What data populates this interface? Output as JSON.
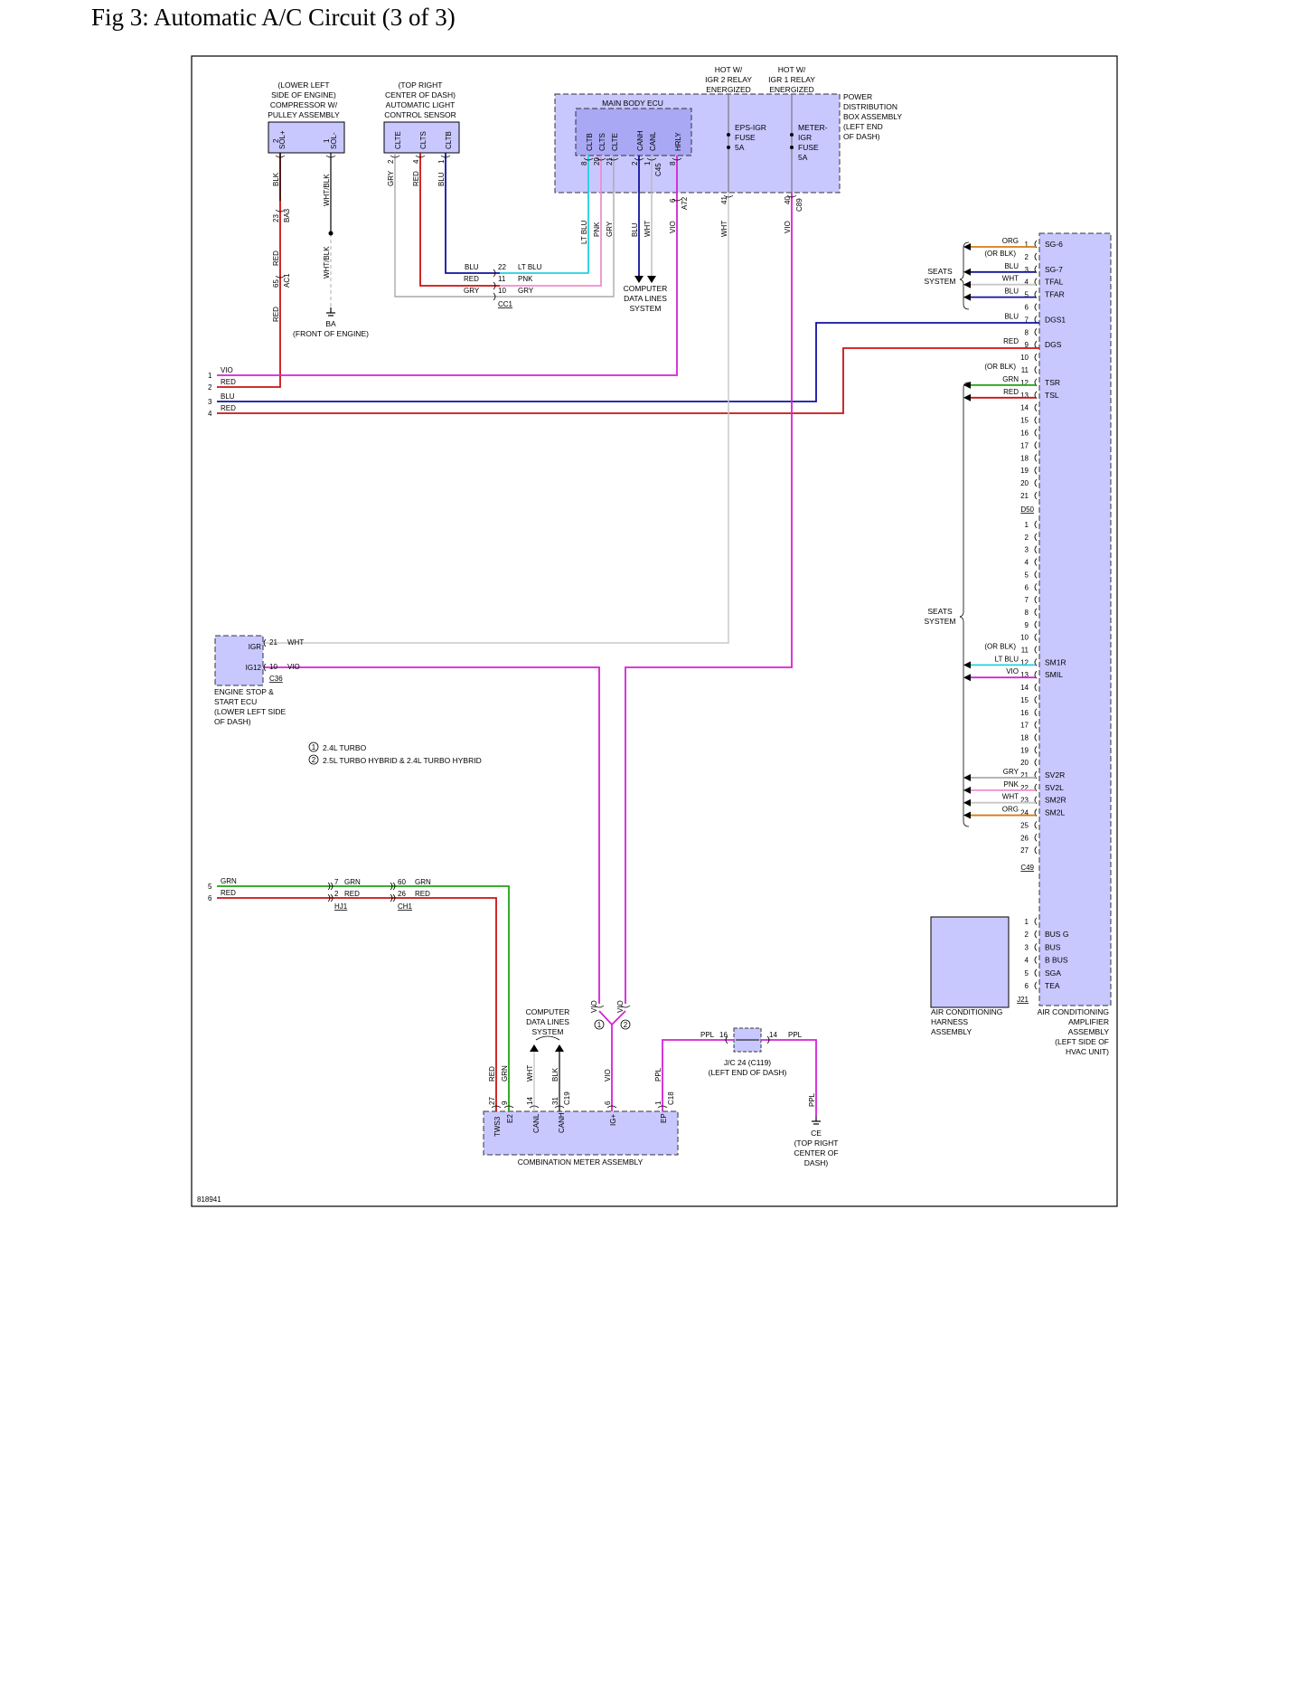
{
  "page": {
    "title": "Fig 3: Automatic A/C Circuit (3 of 3)"
  },
  "diagram_id": "818941",
  "colors": {
    "VIO": "#d522d5",
    "RED": "#cc1111",
    "BLU": "#1111a0",
    "GRN": "#22a011",
    "WHT": "#c8c8c8",
    "GRY": "#aaaaaa",
    "PNK": "#f08ccc",
    "LTBLU": "#22d0e0",
    "ORG": "#d87a10",
    "BLK": "#000000",
    "box": "#c8c8ff"
  },
  "labels": {
    "compressor_loc": [
      "(LOWER LEFT",
      "SIDE OF ENGINE)",
      "COMPRESSOR W/",
      "PULLEY ASSEMBLY"
    ],
    "sensor_loc": [
      "(TOP RIGHT",
      "CENTER OF DASH)",
      "AUTOMATIC LIGHT",
      "CONTROL SENSOR"
    ],
    "hot_igr2": [
      "HOT W/",
      "IGR 2 RELAY",
      "ENERGIZED"
    ],
    "hot_igr1": [
      "HOT W/",
      "IGR 1 RELAY",
      "ENERGIZED"
    ],
    "power_box": [
      "POWER",
      "DISTRIBUTION",
      "BOX ASSEMBLY",
      "(LEFT END",
      "OF DASH)"
    ],
    "main_body_ecu": "MAIN BODY ECU",
    "eps_fuse": [
      "EPS-IGR",
      "FUSE",
      "5A"
    ],
    "meter_fuse": [
      "METER-",
      "IGR",
      "FUSE",
      "5A"
    ],
    "ba_ground": [
      "BA",
      "(FRONT OF ENGINE)"
    ],
    "computer_data_lines": [
      "COMPUTER",
      "DATA LINES",
      "SYSTEM"
    ],
    "seats_system": [
      "SEATS",
      "SYSTEM"
    ],
    "engine_ecu": [
      "ENGINE STOP &",
      "START ECU",
      "(LOWER LEFT SIDE",
      "OF DASH)"
    ],
    "legend_1": "2.4L TURBO",
    "legend_2": "2.5L TURBO HYBRID & 2.4L TURBO HYBRID",
    "combo_meter": "COMBINATION METER ASSEMBLY",
    "jc24": [
      "J/C 24 (C119)",
      "(LEFT END OF DASH)"
    ],
    "ce_ground": [
      "CE",
      "(TOP RIGHT",
      "CENTER OF",
      "DASH)"
    ],
    "ac_harness": [
      "AIR CONDITIONING",
      "HARNESS",
      "ASSEMBLY"
    ],
    "ac_amp": [
      "AIR CONDITIONING",
      "AMPLIFIER",
      "ASSEMBLY",
      "(LEFT SIDE OF",
      "HVAC UNIT)"
    ]
  },
  "connectors": {
    "compressor_pins": [
      "SOL+",
      "SOL-"
    ],
    "sensor_pins": [
      "CLTE",
      "CLTS",
      "CLTB"
    ],
    "ecu_pins": [
      "CLTB",
      "CLTS",
      "CLTE",
      "CANH",
      "CANL",
      "HRLY"
    ],
    "engine_ecu_pins": [
      "IGR",
      "IG12"
    ],
    "combo_pins": [
      "TWS3",
      "E2",
      "CANL",
      "CANH",
      "IG+",
      "EP"
    ],
    "ids": {
      "ba3": "BA3",
      "ac1": "AC1",
      "cc1": "CC1",
      "c45": "C45",
      "a72": "A72",
      "c89": "C89",
      "c36": "C36",
      "hj1": "HJ1",
      "ch1": "CH1",
      "c19": "C19",
      "c18": "C18",
      "d50": "D50",
      "c49": "C49",
      "j21": "J21"
    }
  },
  "left_wires": [
    {
      "num": "1",
      "color": "VIO"
    },
    {
      "num": "2",
      "color": "RED"
    },
    {
      "num": "3",
      "color": "BLU"
    },
    {
      "num": "4",
      "color": "RED"
    },
    {
      "num": "5",
      "color": "GRN"
    },
    {
      "num": "6",
      "color": "RED"
    }
  ],
  "amp_d50": [
    {
      "pin": "1",
      "color": "ORG",
      "name": "SG-6",
      "arrow": true
    },
    {
      "pin": "2",
      "color": "(OR BLK)",
      "name": "",
      "arrow": false
    },
    {
      "pin": "3",
      "color": "BLU",
      "name": "SG-7",
      "arrow": true
    },
    {
      "pin": "4",
      "color": "WHT",
      "name": "TFAL",
      "arrow": true
    },
    {
      "pin": "5",
      "color": "BLU",
      "name": "TFAR",
      "arrow": true
    },
    {
      "pin": "6",
      "color": "",
      "name": "",
      "arrow": false
    },
    {
      "pin": "7",
      "color": "BLU",
      "name": "DGS1",
      "arrow": false
    },
    {
      "pin": "8",
      "color": "",
      "name": "",
      "arrow": false
    },
    {
      "pin": "9",
      "color": "RED",
      "name": "DGS",
      "arrow": false
    },
    {
      "pin": "10",
      "color": "",
      "name": "",
      "arrow": false
    },
    {
      "pin": "11",
      "color": "(OR BLK)",
      "name": "",
      "arrow": false
    },
    {
      "pin": "12",
      "color": "GRN",
      "name": "TSR",
      "arrow": true
    },
    {
      "pin": "13",
      "color": "RED",
      "name": "TSL",
      "arrow": true
    },
    {
      "pin": "14",
      "color": "",
      "name": "",
      "arrow": false
    },
    {
      "pin": "15",
      "color": "",
      "name": "",
      "arrow": false
    },
    {
      "pin": "16",
      "color": "",
      "name": "",
      "arrow": false
    },
    {
      "pin": "17",
      "color": "",
      "name": "",
      "arrow": false
    },
    {
      "pin": "18",
      "color": "",
      "name": "",
      "arrow": false
    },
    {
      "pin": "19",
      "color": "",
      "name": "",
      "arrow": false
    },
    {
      "pin": "20",
      "color": "",
      "name": "",
      "arrow": false
    },
    {
      "pin": "21",
      "color": "",
      "name": "",
      "arrow": false
    }
  ],
  "amp_c49": [
    {
      "pin": "1",
      "color": "",
      "name": "",
      "arrow": false
    },
    {
      "pin": "2",
      "color": "",
      "name": "",
      "arrow": false
    },
    {
      "pin": "3",
      "color": "",
      "name": "",
      "arrow": false
    },
    {
      "pin": "4",
      "color": "",
      "name": "",
      "arrow": false
    },
    {
      "pin": "5",
      "color": "",
      "name": "",
      "arrow": false
    },
    {
      "pin": "6",
      "color": "",
      "name": "",
      "arrow": false
    },
    {
      "pin": "7",
      "color": "",
      "name": "",
      "arrow": false
    },
    {
      "pin": "8",
      "color": "",
      "name": "",
      "arrow": false
    },
    {
      "pin": "9",
      "color": "",
      "name": "",
      "arrow": false
    },
    {
      "pin": "10",
      "color": "",
      "name": "",
      "arrow": false
    },
    {
      "pin": "11",
      "color": "(OR BLK)",
      "name": "",
      "arrow": false
    },
    {
      "pin": "12",
      "color": "LT BLU",
      "name": "SM1R",
      "arrow": true
    },
    {
      "pin": "13",
      "color": "VIO",
      "name": "SMIL",
      "arrow": true
    },
    {
      "pin": "14",
      "color": "",
      "name": "",
      "arrow": false
    },
    {
      "pin": "15",
      "color": "",
      "name": "",
      "arrow": false
    },
    {
      "pin": "16",
      "color": "",
      "name": "",
      "arrow": false
    },
    {
      "pin": "17",
      "color": "",
      "name": "",
      "arrow": false
    },
    {
      "pin": "18",
      "color": "",
      "name": "",
      "arrow": false
    },
    {
      "pin": "19",
      "color": "",
      "name": "",
      "arrow": false
    },
    {
      "pin": "20",
      "color": "",
      "name": "",
      "arrow": false
    },
    {
      "pin": "21",
      "color": "GRY",
      "name": "SV2R",
      "arrow": true
    },
    {
      "pin": "22",
      "color": "PNK",
      "name": "SV2L",
      "arrow": true
    },
    {
      "pin": "23",
      "color": "WHT",
      "name": "SM2R",
      "arrow": true
    },
    {
      "pin": "24",
      "color": "ORG",
      "name": "SM2L",
      "arrow": true
    },
    {
      "pin": "25",
      "color": "",
      "name": "",
      "arrow": false
    },
    {
      "pin": "26",
      "color": "",
      "name": "",
      "arrow": false
    },
    {
      "pin": "27",
      "color": "",
      "name": "",
      "arrow": false
    }
  ],
  "amp_j21": [
    {
      "pin": "1",
      "name": ""
    },
    {
      "pin": "2",
      "name": "BUS G"
    },
    {
      "pin": "3",
      "name": "BUS"
    },
    {
      "pin": "4",
      "name": "B BUS"
    },
    {
      "pin": "5",
      "name": "SGA"
    },
    {
      "pin": "6",
      "name": "TEA"
    }
  ],
  "wire_tags": {
    "blk": "BLK",
    "wht_blk": "WHT/BLK",
    "red": "RED",
    "gry": "GRY",
    "blu": "BLU",
    "lt_blu": "LT BLU",
    "pnk": "PNK",
    "vio": "VIO",
    "wht": "WHT",
    "ppl": "PPL",
    "grn": "GRN"
  },
  "pin_nums": {
    "sol_plus": "2",
    "sol_minus": "1",
    "ba3": "23",
    "ac1": "65",
    "clte": "2",
    "clts": "4",
    "cltb": "1",
    "ecu_cltb": "8",
    "ecu_clts": "20",
    "ecu_clte": "21",
    "ecu_canh": "2",
    "ecu_canl": "1",
    "ecu_hrly": "8",
    "a72": "6",
    "eps": "41",
    "c89": "40",
    "cc1_22": "22",
    "cc1_11": "11",
    "cc1_10": "10",
    "igr": "21",
    "ig12": "10",
    "hj1_7": "7",
    "hj1_2": "2",
    "ch1_60": "60",
    "ch1_26": "26",
    "c_tws3": "27",
    "c_e2": "9",
    "c_canl": "14",
    "c_canh": "31",
    "c_ig": "6",
    "c_ep": "1",
    "jc_16": "16",
    "jc_14": "14"
  },
  "variant_marks": [
    "1",
    "2"
  ]
}
